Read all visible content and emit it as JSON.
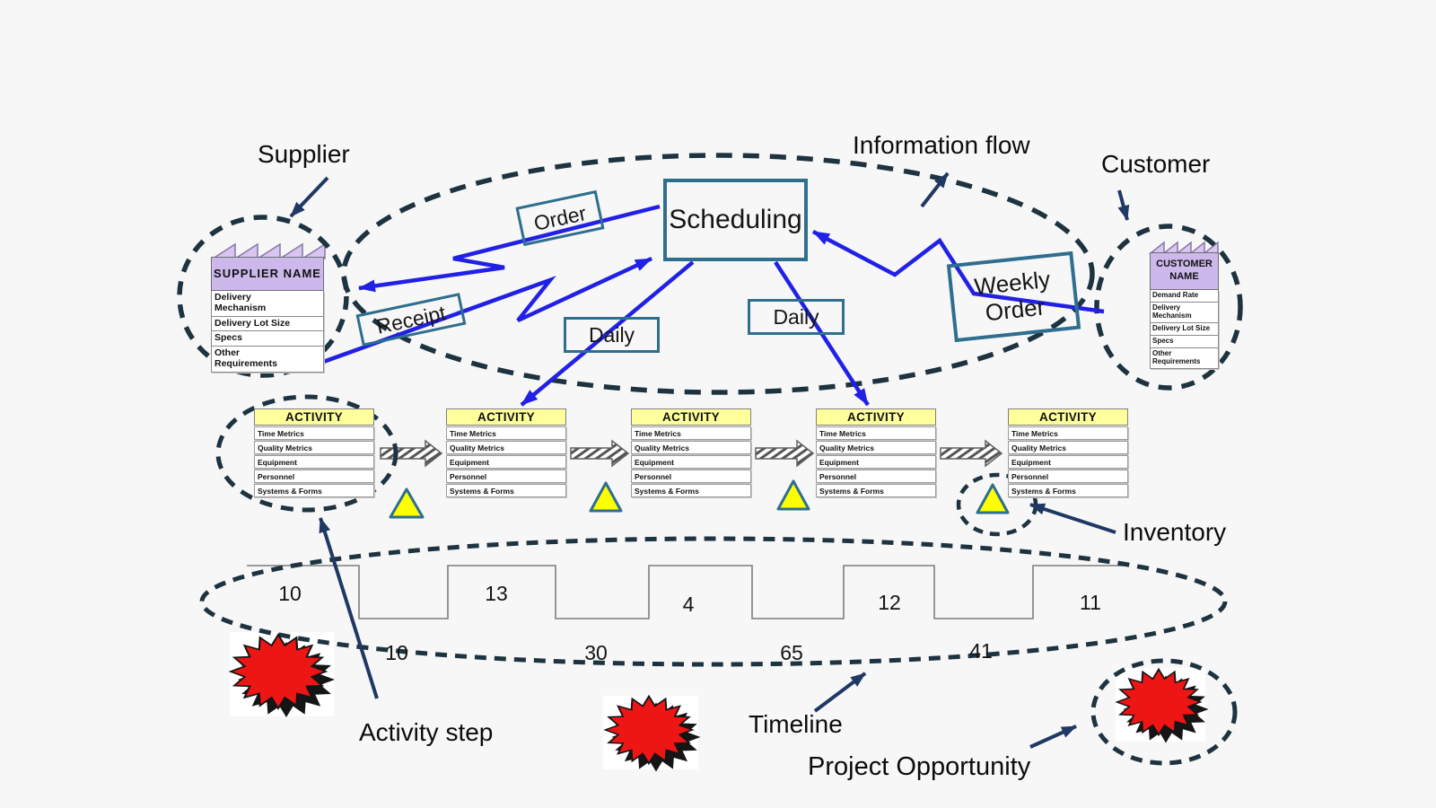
{
  "labels": {
    "supplier": "Supplier",
    "information_flow": "Information flow",
    "customer": "Customer",
    "inventory": "Inventory",
    "activity_step": "Activity step",
    "timeline": "Timeline",
    "project_opportunity": "Project Opportunity"
  },
  "flow_boxes": {
    "scheduling": "Scheduling",
    "order": "Order",
    "receipt": "Receipt",
    "weekly_order": "Weekly Order",
    "daily_left": "Daily",
    "daily_right": "Daily"
  },
  "supplier_box": {
    "title": "SUPPLIER NAME",
    "rows": [
      "Delivery\nMechanism",
      "Delivery Lot Size",
      "Specs",
      "Other\nRequirements"
    ]
  },
  "customer_box": {
    "title": "CUSTOMER NAME",
    "rows": [
      "Demand Rate",
      "Delivery\nMechanism",
      "Delivery Lot Size",
      "Specs",
      "Other\nRequirements"
    ]
  },
  "activity_box": {
    "header": "ACTIVITY",
    "rows": [
      "Time Metrics",
      "Quality Metrics",
      "Equipment",
      "Personnel",
      "Systems & Forms"
    ]
  },
  "timeline": {
    "top_values": [
      "10",
      "13",
      "4",
      "12",
      "11"
    ],
    "bottom_values": [
      "10",
      "30",
      "65",
      "41"
    ]
  },
  "colors": {
    "accent_teal": "#2e6e8f",
    "arrow_blue": "#2121e6",
    "label_navy": "#1f3864",
    "dash_dark": "#1d3340",
    "header_purple": "#ccb8ea",
    "header_yellow": "#ffff9c",
    "triangle_yellow": "#ffff00",
    "star_red": "#ee1515"
  }
}
